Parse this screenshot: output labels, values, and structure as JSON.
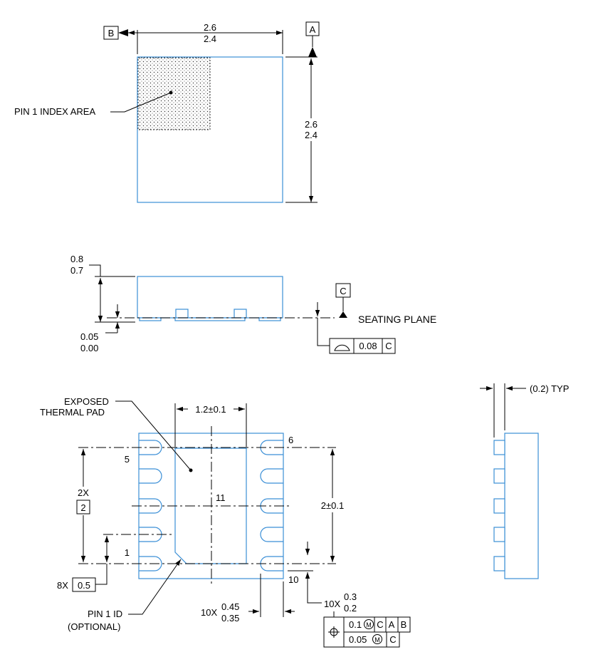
{
  "datums": {
    "a": "A",
    "b": "B",
    "c": "C"
  },
  "top_view": {
    "width_max": "2.6",
    "width_min": "2.4",
    "height_max": "2.6",
    "height_min": "2.4",
    "pin1_label": "PIN 1 INDEX AREA"
  },
  "side_view": {
    "height_max": "0.8",
    "height_min": "0.7",
    "standoff_max": "0.05",
    "standoff_min": "0.00",
    "seating_plane": "SEATING PLANE",
    "flatness_tol": "0.08",
    "flatness_datum": "C"
  },
  "bottom_view": {
    "exposed_pad_line1": "EXPOSED",
    "exposed_pad_line2": "THERMAL PAD",
    "pad_width": "1.2",
    "pad_width_tol": "0.1",
    "pad_height": "2",
    "pad_height_tol": "0.1",
    "pin5": "5",
    "pin6": "6",
    "pin1": "1",
    "pin10": "10",
    "pad_number": "11",
    "span_count": "2X",
    "span_value": "2",
    "pitch_count": "8X",
    "pitch_value": "0.5",
    "pin1_id_line1": "PIN 1 ID",
    "pin1_id_line2": "(OPTIONAL)",
    "lead_len_count": "10X",
    "lead_len_max": "0.45",
    "lead_len_min": "0.35",
    "lead_w_count": "10X",
    "lead_w_max": "0.3",
    "lead_w_min": "0.2",
    "tol1": "0.1",
    "tol1_d1": "C",
    "tol1_d2": "A",
    "tol1_d3": "B",
    "tol2": "0.05",
    "tol2_d1": "C"
  },
  "end_view": {
    "typ_label": "(0.2) TYP"
  },
  "colors": {
    "outline": "#3b8fd6",
    "line": "#000000"
  }
}
